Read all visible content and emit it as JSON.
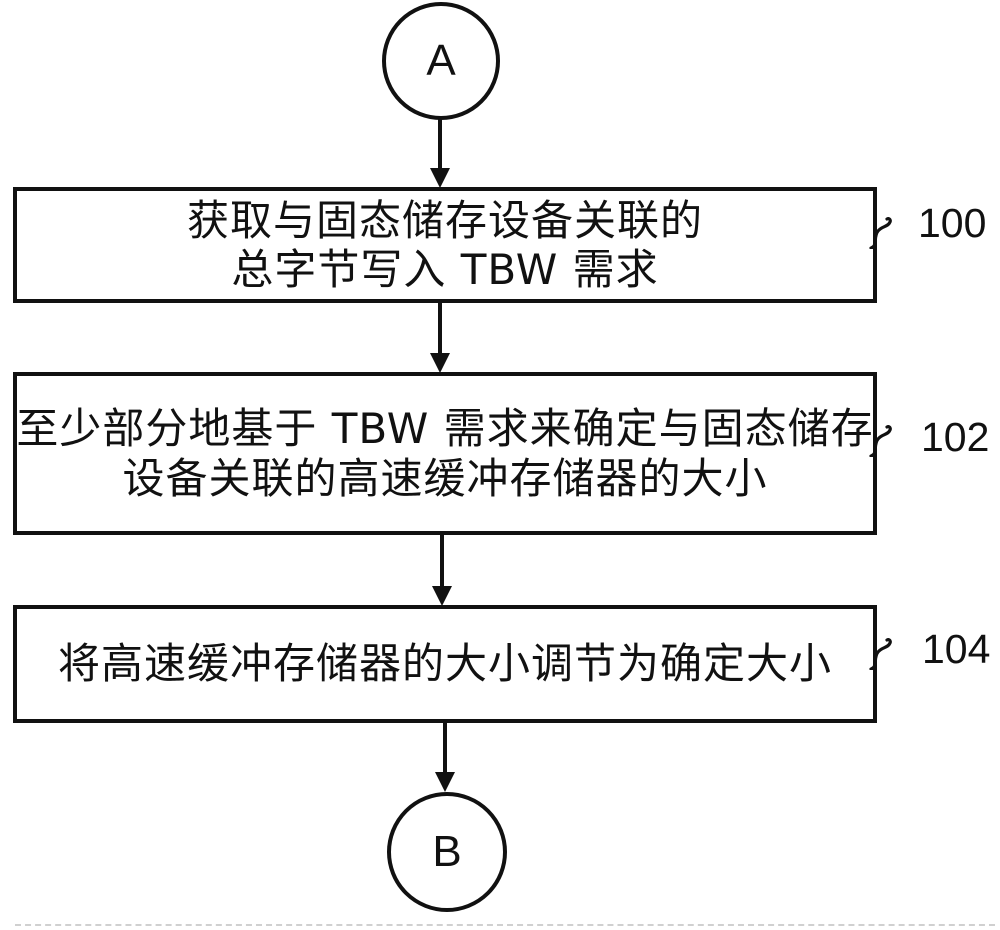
{
  "figure": {
    "colors": {
      "background": "#ffffff",
      "ink": "#111111"
    },
    "connectors": {
      "start_label": "A",
      "end_label": "B"
    },
    "steps": [
      {
        "ref": "100",
        "lines": {
          "0": "获取与固态储存设备关联的",
          "1": "总字节写入 TBW 需求"
        }
      },
      {
        "ref": "102",
        "lines": {
          "0": "至少部分地基于 TBW 需求来确定与固态储存",
          "1": "设备关联的高速缓冲存储器的大小"
        }
      },
      {
        "ref": "104",
        "lines": {
          "0": "将高速缓冲存储器的大小调节为确定大小"
        }
      }
    ]
  }
}
